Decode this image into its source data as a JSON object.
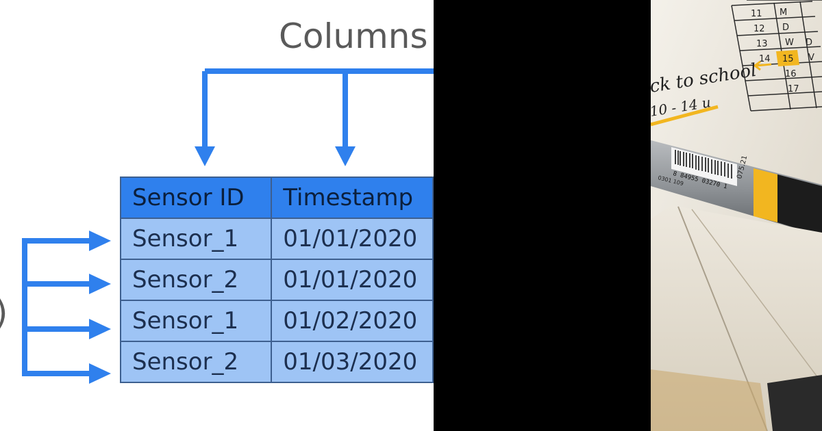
{
  "diagram": {
    "columns_label": "Columns (I",
    "rows_label": ")",
    "accent_color": "#2f80ed",
    "header_color": "#2f80ed",
    "cell_color": "#9ec4f5",
    "table": {
      "headers": [
        "Sensor ID",
        "Timestamp"
      ],
      "rows": [
        [
          "Sensor_1",
          "01/01/2020"
        ],
        [
          "Sensor_2",
          "01/01/2020"
        ],
        [
          "Sensor_1",
          "01/02/2020"
        ],
        [
          "Sensor_2",
          "01/03/2020"
        ]
      ]
    }
  },
  "photo": {
    "calendar_rows": [
      {
        "day": "11",
        "dow": "M"
      },
      {
        "day": "12",
        "dow": "D"
      },
      {
        "day": "13",
        "dow": "W"
      },
      {
        "day": "14",
        "dow": "D"
      },
      {
        "day": "15",
        "dow": "V"
      },
      {
        "day": "16",
        "dow": ""
      },
      {
        "day": "17",
        "dow": ""
      },
      {
        "day": "",
        "dow": ""
      }
    ],
    "handwriting_line1": "ck to school",
    "handwriting_line2": "10 - 14 u",
    "barcode_number": "8 84955 03270 1",
    "barcode_small": "0301 109",
    "pen_code": "075.21",
    "highlight_color": "#f2b620"
  }
}
